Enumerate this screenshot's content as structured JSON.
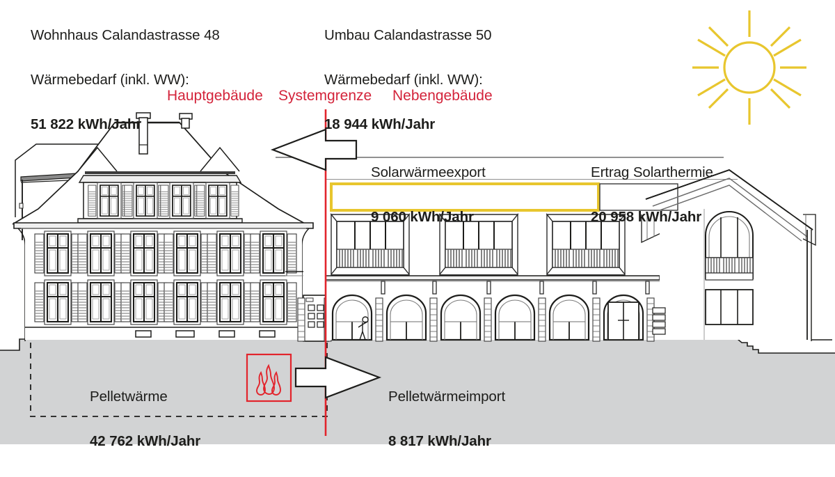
{
  "meta": {
    "title": "Energiefluss-Schema Calandastrasse 48 / 50",
    "colors": {
      "red": "#d3233a",
      "boundary_red": "#e2242c",
      "yellow": "#e8c62e",
      "ground_gray": "#d2d3d4",
      "line_dark": "#1d1d1b",
      "line_mid": "#58585a",
      "text": "#1d1d1b"
    }
  },
  "headers": {
    "main_building": "Hauptgebäude",
    "system_boundary": "Systemgrenze",
    "side_building": "Nebengebäude"
  },
  "top_blocks": [
    {
      "name": "Wohnhaus Calandastrasse 48",
      "demand_label": "Wärmebedarf (inkl. WW):",
      "value": "51 822 kWh/Jahr"
    },
    {
      "name": "Umbau Calandastrasse 50",
      "demand_label": "Wärmebedarf (inkl. WW):",
      "value": "18 944 kWh/Jahr"
    }
  ],
  "flows": [
    {
      "id": "solar-heat-export",
      "label": "Solarwärmeexport",
      "value": "9 060 kWh/Jahr",
      "direction": "left"
    },
    {
      "id": "solar-thermal-yield",
      "label": "Ertrag Solarthermie",
      "value": "20 958 kWh/Jahr",
      "direction": "none"
    },
    {
      "id": "pellet-heat",
      "label": "Pelletwärme",
      "value": "42 762 kWh/Jahr",
      "direction": "none"
    },
    {
      "id": "pellet-heat-import",
      "label": "Pelletwärmeimport",
      "value": "8 817 kWh/Jahr",
      "direction": "right"
    }
  ],
  "icons": {
    "sun": "sun-icon",
    "flame": "flame-icon",
    "arrow_left": "arrow-left-icon",
    "arrow_right": "arrow-right-icon",
    "solar_collector": "solar-collector-panel"
  },
  "chart_data": {
    "type": "diagram",
    "title": "Wärmebilanz Calandastrasse 48 / 50",
    "units": "kWh/Jahr",
    "nodes": [
      {
        "name": "Wohnhaus Calandastrasse 48",
        "demand": 51822
      },
      {
        "name": "Umbau Calandastrasse 50",
        "demand": 18944
      }
    ],
    "flows": [
      {
        "name": "Solarwärmeexport",
        "value": 9060,
        "from": "Nebengebäude",
        "to": "Hauptgebäude"
      },
      {
        "name": "Ertrag Solarthermie",
        "value": 20958,
        "at": "Nebengebäude"
      },
      {
        "name": "Pelletwärme",
        "value": 42762,
        "at": "Hauptgebäude"
      },
      {
        "name": "Pelletwärmeimport",
        "value": 8817,
        "from": "Hauptgebäude",
        "to": "Nebengebäude"
      }
    ]
  }
}
